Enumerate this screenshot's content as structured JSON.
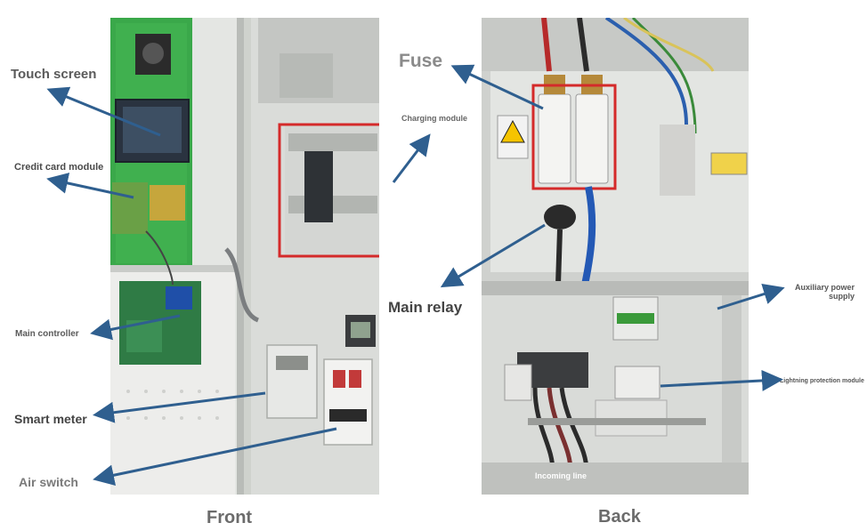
{
  "labels": {
    "touch_screen": "Touch screen",
    "credit_card_module": "Credit card module",
    "main_controller": "Main controller",
    "smart_meter": "Smart meter",
    "air_switch": "Air switch",
    "charging_module": "Charging module",
    "fuse": "Fuse",
    "main_relay": "Main relay",
    "auxiliary_power_supply": "Auxiliary power supply",
    "lightning_protection_module": "Lightning protection module",
    "incoming_line": "Incoming line"
  },
  "captions": {
    "front": "Front",
    "back": "Back"
  },
  "colors": {
    "arrow": "#2f5f8f",
    "highlight_box": "#d42a2a",
    "label_text": "#5a5a5a",
    "panel_green": "#3aa84a"
  }
}
